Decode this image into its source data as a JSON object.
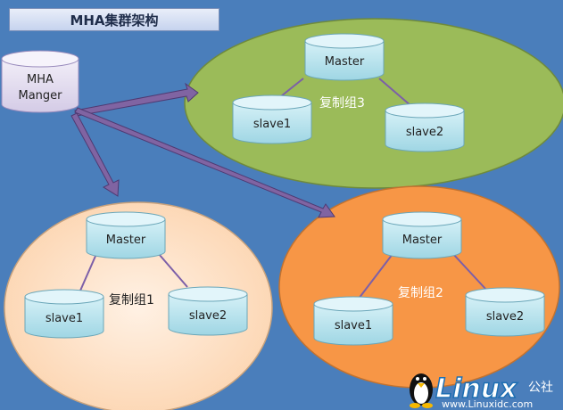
{
  "title": "MHA集群架构",
  "manager": {
    "label_line1": "MHA",
    "label_line2": "Manger"
  },
  "groups": [
    {
      "label": "复制组3",
      "master": "Master",
      "slaves": [
        "slave1",
        "slave2"
      ]
    },
    {
      "label": "复制组1",
      "master": "Master",
      "slaves": [
        "slave1",
        "slave2"
      ]
    },
    {
      "label": "复制组2",
      "master": "Master",
      "slaves": [
        "slave1",
        "slave2"
      ]
    }
  ],
  "watermark": {
    "brand": "Linux",
    "suffix": "公社",
    "url": "www.Linuxidc.com"
  },
  "colors": {
    "background": "#4a7ebb",
    "group3_fill": "#9bbb59",
    "group1_fill": "#fcd5b4",
    "group2_fill": "#f79646",
    "db_fill": "#b7e3ee",
    "arrow": "#8064a2"
  }
}
